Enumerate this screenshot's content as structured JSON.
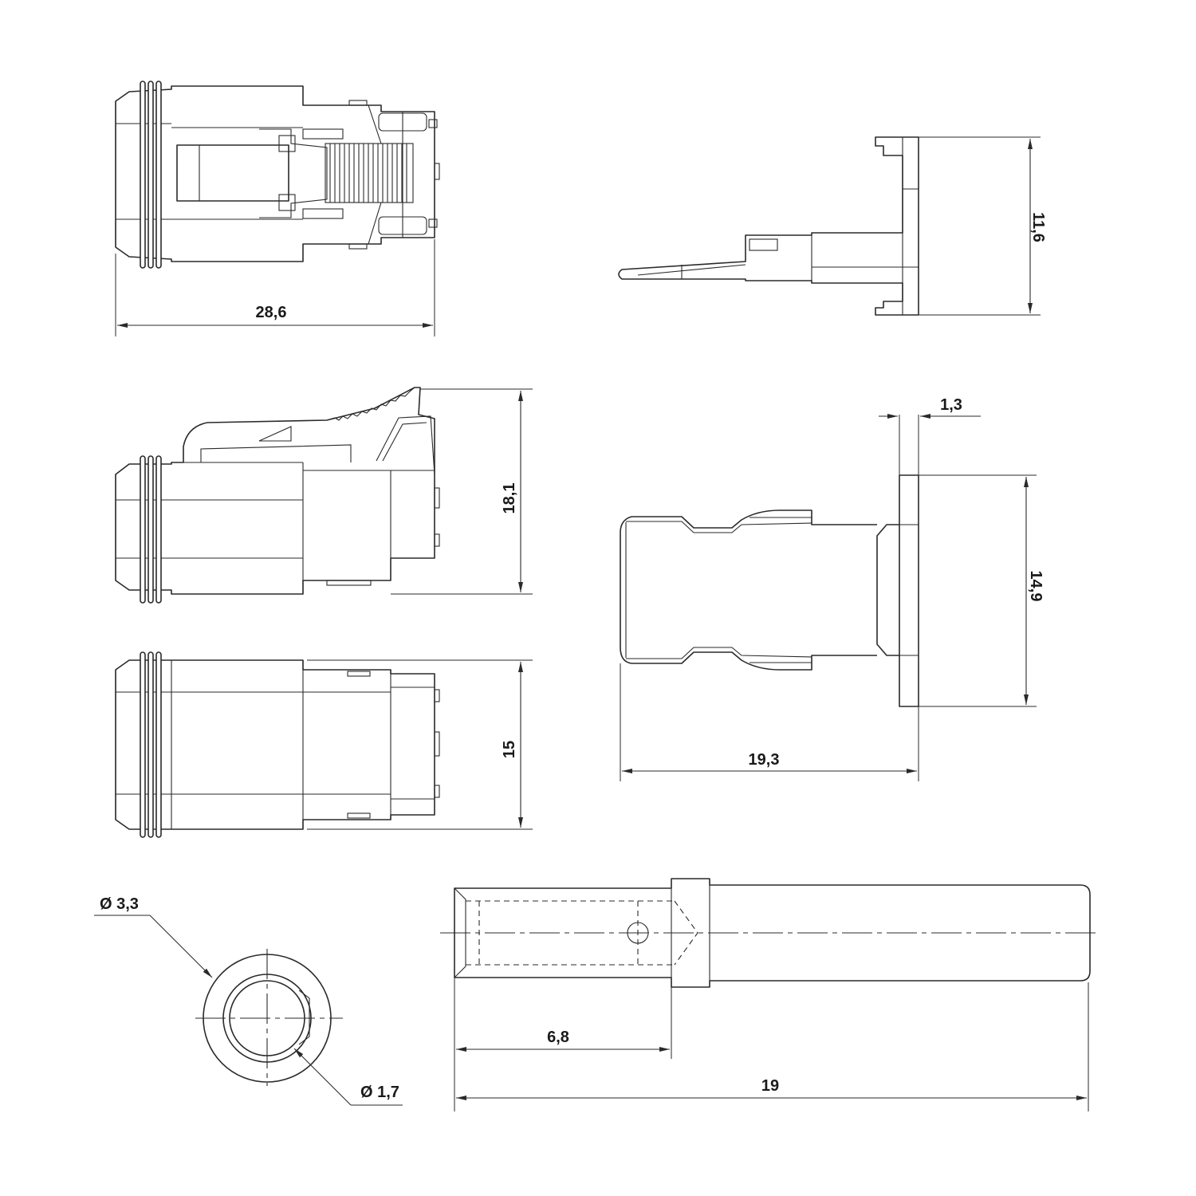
{
  "dimensions": {
    "width_top_left": "28,6",
    "height_top_right": "11,6",
    "height_side_view": "18,1",
    "thickness_flange": "1,3",
    "height_flange": "14,9",
    "width_clip": "19,3",
    "height_bottom_view": "15",
    "outer_diameter": "Ø 3,3",
    "inner_diameter": "Ø 1,7",
    "crimp_length": "6,8",
    "contact_length": "19"
  }
}
